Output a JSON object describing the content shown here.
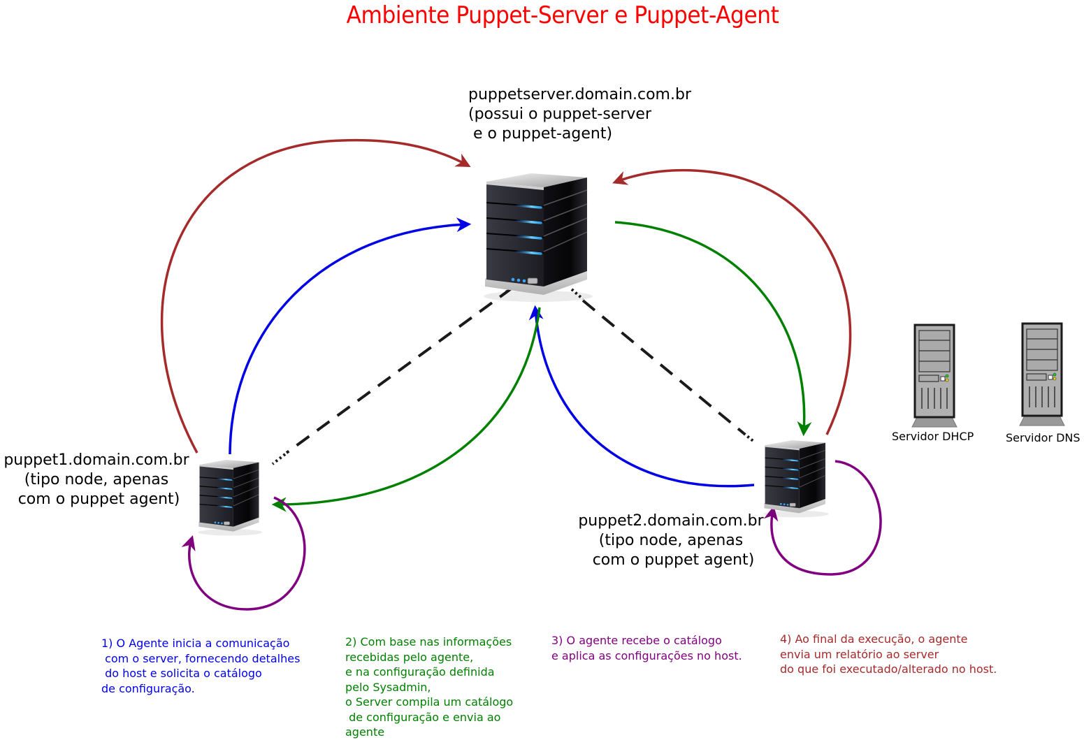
{
  "title": "Ambiente Puppet-Server e Puppet-Agent",
  "colors": {
    "title": "#ff0000",
    "step1": "#0000e6",
    "step2": "#008000",
    "step3": "#800080",
    "step4": "#a52a2a",
    "dash": "#1a1a1a"
  },
  "nodes": {
    "server": {
      "icon": "server-tower-icon",
      "label": "puppetserver.domain.com.br\n(possui o puppet-server\n e o puppet-agent)"
    },
    "puppet1": {
      "icon": "server-tower-icon",
      "label": "puppet1.domain.com.br\n(tipo node, apenas\n com o puppet agent)"
    },
    "puppet2": {
      "icon": "server-tower-icon",
      "label": "puppet2.domain.com.br\n(tipo node, apenas\n com o puppet agent)"
    },
    "dhcp": {
      "icon": "pc-tower-icon",
      "label": "Servidor DHCP"
    },
    "dns": {
      "icon": "pc-tower-icon",
      "label": "Servidor DNS"
    }
  },
  "notes": [
    {
      "step": 1,
      "text": "1) O Agente inicia a comunicação\n com o server, fornecendo detalhes\n do host e solicita o catálogo\nde configuração."
    },
    {
      "step": 2,
      "text": "2) Com base nas informações\nrecebidas pelo agente,\ne na configuração definida\npelo Sysadmin,\no Server compila um catálogo\n de configuração e envia ao\nagente"
    },
    {
      "step": 3,
      "text": "3) O agente recebe o catálogo\ne aplica as configurações no host."
    },
    {
      "step": 4,
      "text": "4) Ao final da execução, o agente\nenvia um relatório ao server\ndo que foi executado/alterado no host."
    }
  ],
  "edges": [
    {
      "from": "puppet1",
      "to": "server",
      "step": 1,
      "style": "arrow"
    },
    {
      "from": "puppet2",
      "to": "server",
      "step": 1,
      "style": "arrow"
    },
    {
      "from": "server",
      "to": "puppet1",
      "step": 2,
      "style": "arrow"
    },
    {
      "from": "server",
      "to": "puppet2",
      "step": 2,
      "style": "arrow"
    },
    {
      "from": "puppet1",
      "to": "puppet1",
      "step": 3,
      "style": "self-loop"
    },
    {
      "from": "puppet2",
      "to": "puppet2",
      "step": 3,
      "style": "self-loop"
    },
    {
      "from": "puppet1",
      "to": "server",
      "step": 4,
      "style": "arrow"
    },
    {
      "from": "puppet2",
      "to": "server",
      "step": 4,
      "style": "arrow"
    },
    {
      "from": "server",
      "to": "puppet1",
      "step": 0,
      "style": "dashed-link"
    },
    {
      "from": "server",
      "to": "puppet2",
      "step": 0,
      "style": "dashed-link"
    }
  ]
}
